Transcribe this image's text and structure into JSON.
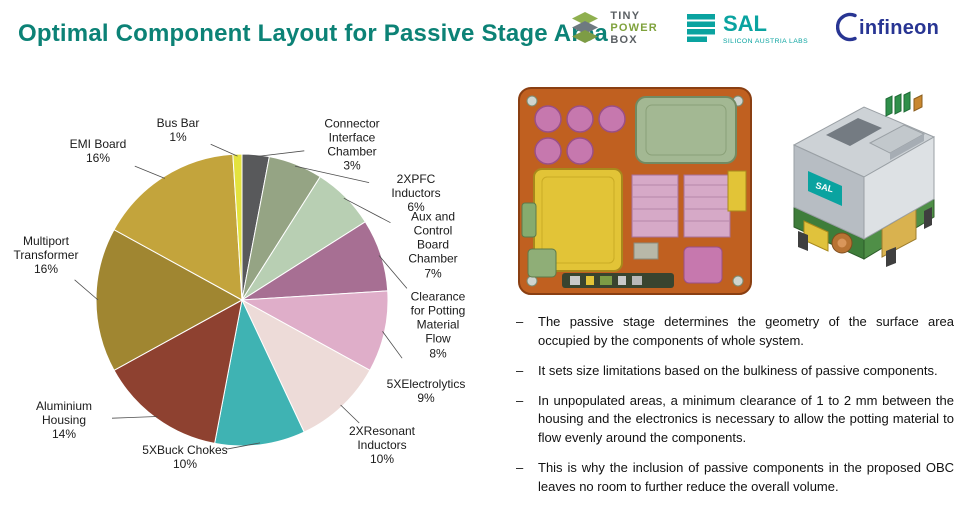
{
  "slide": {
    "title": "Optimal Component Layout for Passive Stage Area"
  },
  "logos": {
    "tinypowerbox": {
      "line1": "TINY",
      "line2": "POWER",
      "line3": "BOX"
    },
    "sal": {
      "name": "SAL",
      "subtitle": "SILICON AUSTRIA LABS"
    },
    "infineon": {
      "name": "infineon"
    }
  },
  "figures": {
    "device_label": "SAL"
  },
  "chart_data": {
    "type": "pie",
    "title": "",
    "unit": "%",
    "direction": "clockwise",
    "start_angle_deg": 0,
    "slices": [
      {
        "label": "Connector Interface Chamber",
        "value": 3,
        "color": "#58595b",
        "label_x": 352,
        "label_y": 60
      },
      {
        "label": "2XPFC Inductors",
        "value": 6,
        "color": "#95a484",
        "label_x": 416,
        "label_y": 108
      },
      {
        "label": "Aux and Control Board Chamber",
        "value": 7,
        "color": "#b8cfb3",
        "label_x": 433,
        "label_y": 160
      },
      {
        "label": "Clearance for Potting Material Flow",
        "value": 8,
        "color": "#a76f93",
        "label_x": 438,
        "label_y": 240
      },
      {
        "label": "5XElectrolytics",
        "value": 9,
        "color": "#dfaec9",
        "label_x": 426,
        "label_y": 306
      },
      {
        "label": "2XResonant Inductors",
        "value": 10,
        "color": "#eddbd8",
        "label_x": 382,
        "label_y": 360
      },
      {
        "label": "5XBuck Chokes",
        "value": 10,
        "color": "#3fb3b3",
        "label_x": 185,
        "label_y": 372
      },
      {
        "label": "Aluminium Housing",
        "value": 14,
        "color": "#8e4130",
        "label_x": 64,
        "label_y": 335
      },
      {
        "label": "Multiport Transformer",
        "value": 16,
        "color": "#a08631",
        "label_x": 46,
        "label_y": 170
      },
      {
        "label": "EMI Board",
        "value": 16,
        "color": "#c3a43c",
        "label_x": 98,
        "label_y": 66
      },
      {
        "label": "Bus Bar",
        "value": 1,
        "color": "#e4e23e",
        "label_x": 178,
        "label_y": 45
      }
    ]
  },
  "bullets": {
    "marker": "–",
    "items": [
      "The passive stage determines the geometry of the surface area occupied by the components of whole system.",
      "It sets size limitations based on the bulkiness of passive components.",
      "In unpopulated areas, a minimum clearance of 1 to 2 mm between the housing and the electronics is necessary to allow the potting material to flow evenly around the components.",
      "This is why the inclusion of passive components in the proposed OBC leaves no room to further reduce the overall volume."
    ]
  }
}
